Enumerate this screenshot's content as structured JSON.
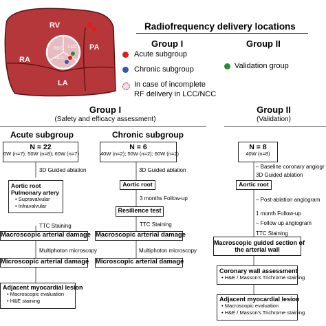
{
  "heart": {
    "labels": {
      "rv": "RV",
      "ra": "RA",
      "la": "LA",
      "pa": "PA",
      "rcc": "RCC",
      "ncc": "NCC",
      "lcc": "LCC"
    },
    "colors": {
      "tissue": "#b5373a",
      "outline": "#5a1010",
      "aortic_root": "#e6bcc0",
      "acute": "#e21b1b",
      "chronic": "#3357b8",
      "validation": "#2e8a2e"
    }
  },
  "legend": {
    "title": "Radiofrequency delivery locations",
    "group1": "Group I",
    "group2": "Group II",
    "acute": "Acute subgroup",
    "chronic": "Chronic subgroup",
    "validation": "Validation group",
    "incomplete_line1": "In case of incomplete",
    "incomplete_line2": "RF delivery in LCC/NCC"
  },
  "group1": {
    "title": "Group I",
    "subtitle": "(Safety and efficacy assessment)",
    "acute": {
      "title": "Acute subgroup",
      "n": "N = 22",
      "breakdown": "0W (n=7); 50W (n=8); 60W (n=7)",
      "step1": "3D Guided ablation",
      "box2_title1": "Aortic root",
      "box2_title2": "Pulmonary artery",
      "box2_b1": "Supravalvular",
      "box2_b2": "Infravalvular",
      "step2": "TTC Staining",
      "box3": "Macroscopic arterial damage",
      "step3": "Multiphoton microscopy",
      "box4": "Microscopic arterial damage",
      "box5": "Adjacent myocardial lesion",
      "box5_b1": "Macroscopic evaluation",
      "box5_b2": "H&E staining"
    },
    "chronic": {
      "title": "Chronic subgroup",
      "n": "N = 6",
      "breakdown": "40W (n=2); 50W (n=2); 60W (n=2)",
      "step1": "3D Guided ablation",
      "box2": "Aortic root",
      "step2": "3 months Follow-up",
      "box3": "Resilience test",
      "step3": "TTC Staining",
      "box4": "Macroscopic arterial damage",
      "step4": "Multiphoton microscopy",
      "box5": "Microscopic arterial damage"
    }
  },
  "group2": {
    "title": "Group II",
    "subtitle": "(Validation)",
    "n": "N = 8",
    "breakdown": "40W (n=8)",
    "step1": "Baseline coronary angiogr",
    "step2": "3D Guided ablation",
    "box2": "Aortic root",
    "step3": "Post-ablation angiogram",
    "step4": "1 month Follow-up",
    "step5": "Follow up angiogram",
    "step6": "TTC Staining",
    "box3_line1": "Macroscopic guided section of",
    "box3_line2": "the arterial wall",
    "box4": "Coronary wall assessment",
    "box4_b1": "H&E / Masson's Trichrome staining",
    "box5": "Adjacent myocardial lesion",
    "box5_b1": "Macroscopic evaluation",
    "box5_b2": "H&E / Masson's Trichrome staining"
  }
}
